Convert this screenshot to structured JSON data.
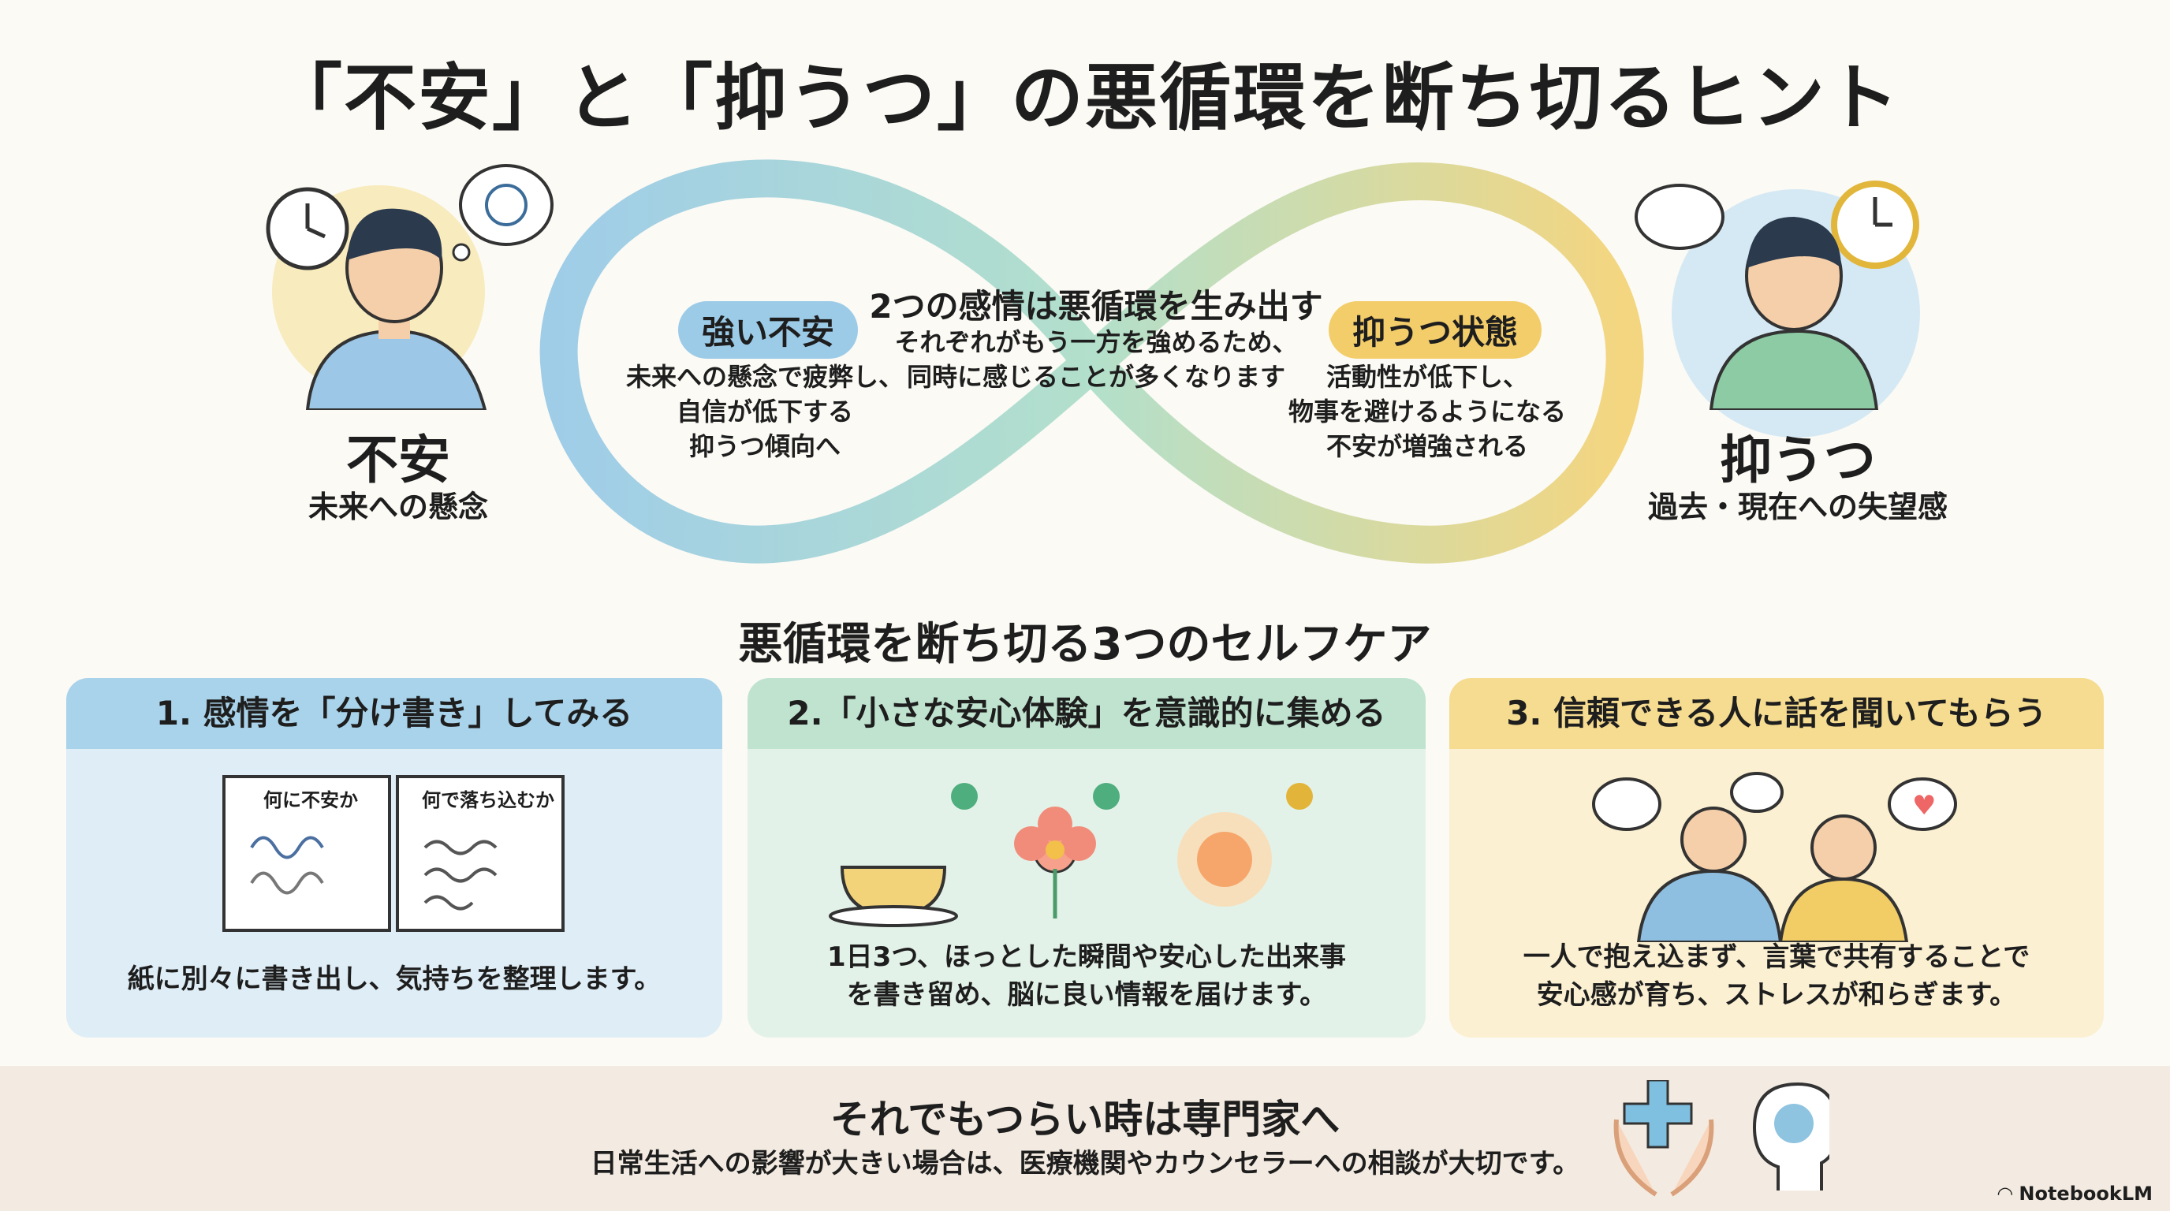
{
  "title": "「不安」と「抑うつ」の悪循環を断ち切るヒント",
  "left": {
    "label": "不安",
    "sub": "未来への懸念"
  },
  "right": {
    "label": "抑うつ",
    "sub": "過去・現在への失望感"
  },
  "center": {
    "heading": "2つの感情は悪循環を生み出す",
    "lines": [
      "それぞれがもう一方を強めるため、",
      "同時に感じることが多くなります"
    ]
  },
  "anxiety_box": {
    "pill": "強い不安",
    "lines": [
      "未来への懸念で疲弊し、",
      "自信が低下する",
      "抑うつ傾向へ"
    ]
  },
  "depression_box": {
    "pill": "抑うつ状態",
    "lines": [
      "活動性が低下し、",
      "物事を避けるようになる",
      "不安が増強される"
    ]
  },
  "section_title": "悪循環を断ち切る3つのセルフケア",
  "cards": [
    {
      "title": "1. 感情を「分け書き」してみる",
      "page_left": "何に不安か",
      "page_right": "何で落ち込むか",
      "lines": [
        "紙に別々に書き出し、気持ちを整理します。"
      ],
      "color": "#a9d3ea"
    },
    {
      "title": "2.「小さな安心体験」を意識的に集める",
      "lines": [
        "1日3つ、ほっとした瞬間や安心した出来事",
        "を書き留め、脳に良い情報を届けます。"
      ],
      "color": "#bfe3cf"
    },
    {
      "title": "3. 信頼できる人に話を聞いてもらう",
      "lines": [
        "一人で抱え込まず、言葉で共有することで",
        "安心感が育ち、ストレスが和らぎます。"
      ],
      "color": "#f5dc90"
    }
  ],
  "footer": {
    "title": "それでもつらい時は専門家へ",
    "text": "日常生活への影響が大きい場合は、医療機関やカウンセラーへの相談が大切です。",
    "brand": "NotebookLM"
  }
}
